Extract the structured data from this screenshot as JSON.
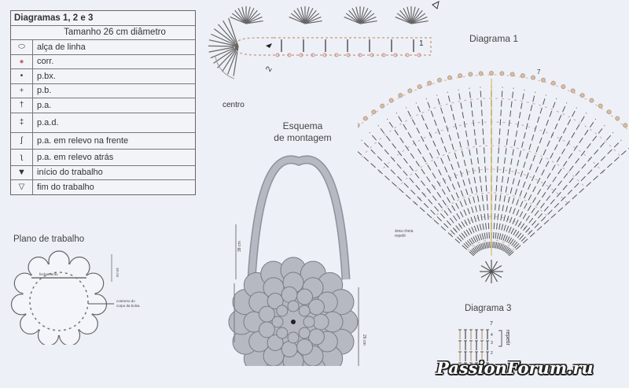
{
  "legend": {
    "title": "Diagramas 1, 2 e 3",
    "subtitle": "Tamanho 26 cm diâmetro",
    "items": [
      {
        "icon": "chain-loop-icon",
        "symbol": "⬭",
        "label": "alça de linha"
      },
      {
        "icon": "chain-stitch-icon",
        "symbol": "●",
        "label": "corr."
      },
      {
        "icon": "slip-stitch-icon",
        "symbol": "•",
        "label": "p.bx."
      },
      {
        "icon": "single-crochet-icon",
        "symbol": "+",
        "label": "p.b."
      },
      {
        "icon": "double-crochet-icon",
        "symbol": "†",
        "label": "p.a."
      },
      {
        "icon": "treble-crochet-icon",
        "symbol": "‡",
        "label": "p.a.d."
      },
      {
        "icon": "front-post-icon",
        "symbol": "ʃ",
        "label": "p.a. em relevo na frente"
      },
      {
        "icon": "back-post-icon",
        "symbol": "ʅ",
        "label": "p.a. em relevo atrás"
      },
      {
        "icon": "start-marker-icon",
        "symbol": "▼",
        "label": "início do trabalho"
      },
      {
        "icon": "end-marker-icon",
        "symbol": "▽",
        "label": "fim do trabalho"
      }
    ]
  },
  "diagram2": {
    "center_label": "centro",
    "row_labels": [
      "1",
      "2"
    ]
  },
  "diagram1": {
    "title": "Diagrama 1",
    "row_label": "7",
    "note": [
      "área cheia",
      "repetir"
    ]
  },
  "assembly": {
    "title_line1": "Esquema",
    "title_line2": "de montagem",
    "handle_length": "38 cm",
    "body_diameter": "26 cm"
  },
  "work_plan": {
    "title": "Plano de trabalho",
    "top_label": "fechamento",
    "side_label": "10 cm",
    "outline_note": [
      "contorno do",
      "corpo da bolsa"
    ]
  },
  "diagram3": {
    "title": "Diagrama 3",
    "rows": [
      "7",
      "4",
      "3",
      "2"
    ],
    "repeat_label": "repetir"
  },
  "watermark": "PassionForum.ru",
  "colors": {
    "background": "#eef0f7",
    "line": "#555555",
    "accent": "#d8b58a",
    "chain": "#c98a8a",
    "bag_fill": "#b7b9c2"
  }
}
